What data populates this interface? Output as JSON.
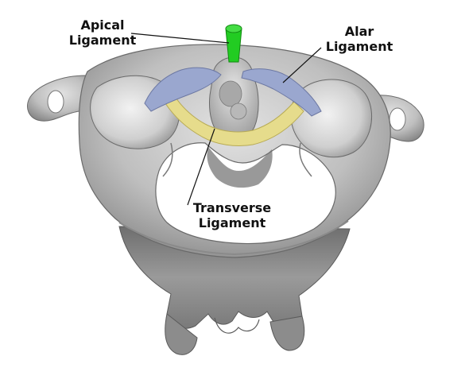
{
  "labels": {
    "apical": {
      "line1": "Apical",
      "line2": "Ligament"
    },
    "alar": {
      "line1": "Alar",
      "line2": "Ligament"
    },
    "transverse": {
      "line1": "Transverse",
      "line2": "Ligament"
    }
  },
  "colors": {
    "bone": "#bdbdbd",
    "bone_dark": "#6e6e6e",
    "bone_light": "#e4e4e4",
    "apical_ligament": "#22cc22",
    "alar_ligament": "#9aa7cf",
    "transverse_ligament": "#e6dc8c",
    "leader_line": "#111111"
  }
}
